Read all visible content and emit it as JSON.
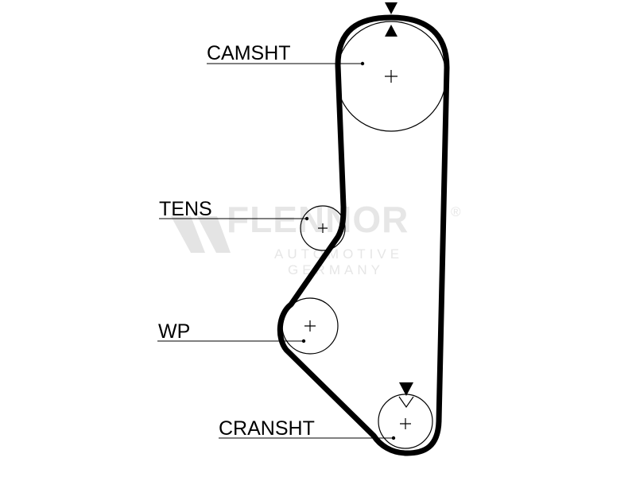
{
  "labels": {
    "camshaft": "CAMSHT",
    "tensioner": "TENS",
    "water_pump": "WP",
    "crankshaft": "CRANSHT"
  },
  "watermark": {
    "brand": "FLENNOR",
    "registered": "®",
    "line1": "AUTOMOTIVE",
    "line2": "GERMANY"
  },
  "colors": {
    "belt": "#000000",
    "pulley": "#000000",
    "watermark": "#d9d9d9"
  }
}
